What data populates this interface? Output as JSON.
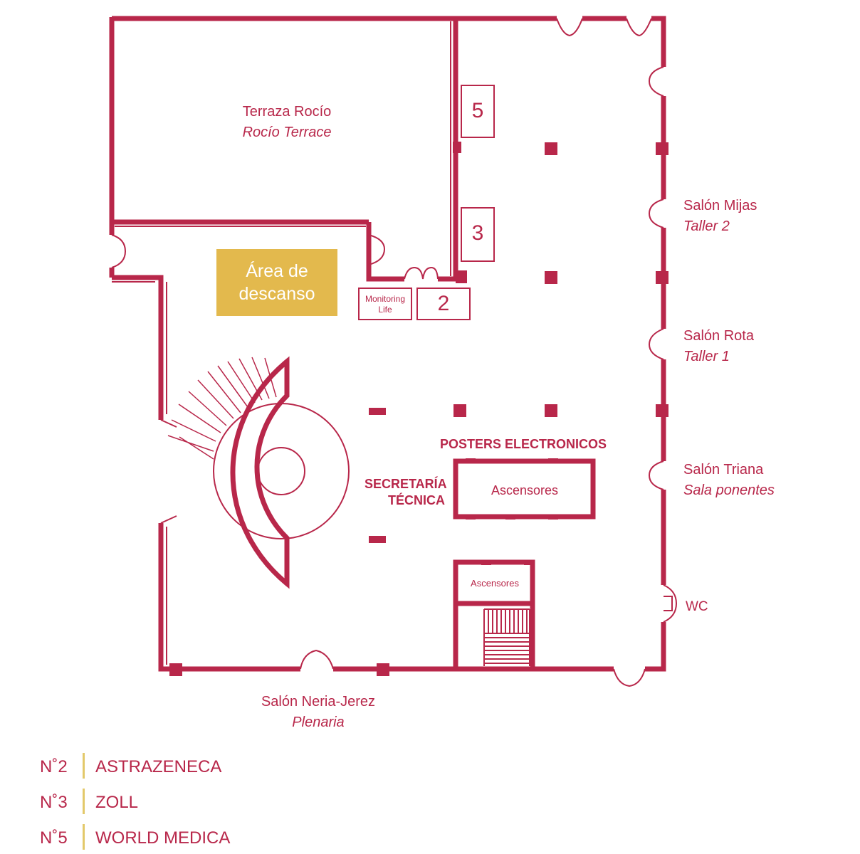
{
  "colors": {
    "wall": "#b8274a",
    "rest_area": "#e3b94d",
    "legend_bar": "#e3c96a",
    "text": "#b8274a"
  },
  "rooms": {
    "terrace": {
      "name": "Terraza Rocío",
      "sub": "Rocío Terrace"
    },
    "mijas": {
      "name": "Salón Mijas",
      "sub": "Taller 2"
    },
    "rota": {
      "name": "Salón Rota",
      "sub": "Taller 1"
    },
    "triana": {
      "name": "Salón Triana",
      "sub": "Sala ponentes"
    },
    "neria": {
      "name": "Salón Neria-Jerez",
      "sub": "Plenaria"
    },
    "wc": "WC"
  },
  "rest_area": {
    "line1": "Área de",
    "line2": "descanso"
  },
  "monitoring": {
    "line1": "Monitoring",
    "line2": "Life"
  },
  "booths": {
    "b2": "2",
    "b3": "3",
    "b5": "5"
  },
  "labels": {
    "posters": "POSTERS ELECTRONICOS",
    "secretaria1": "SECRETARÍA",
    "secretaria2": "TÉCNICA",
    "elevators_main": "Ascensores",
    "elevators_small": "Ascensores"
  },
  "legend": [
    {
      "num": "N˚2",
      "name": "ASTRAZENECA"
    },
    {
      "num": "N˚3",
      "name": "ZOLL"
    },
    {
      "num": "N˚5",
      "name": "WORLD MEDICA"
    }
  ]
}
